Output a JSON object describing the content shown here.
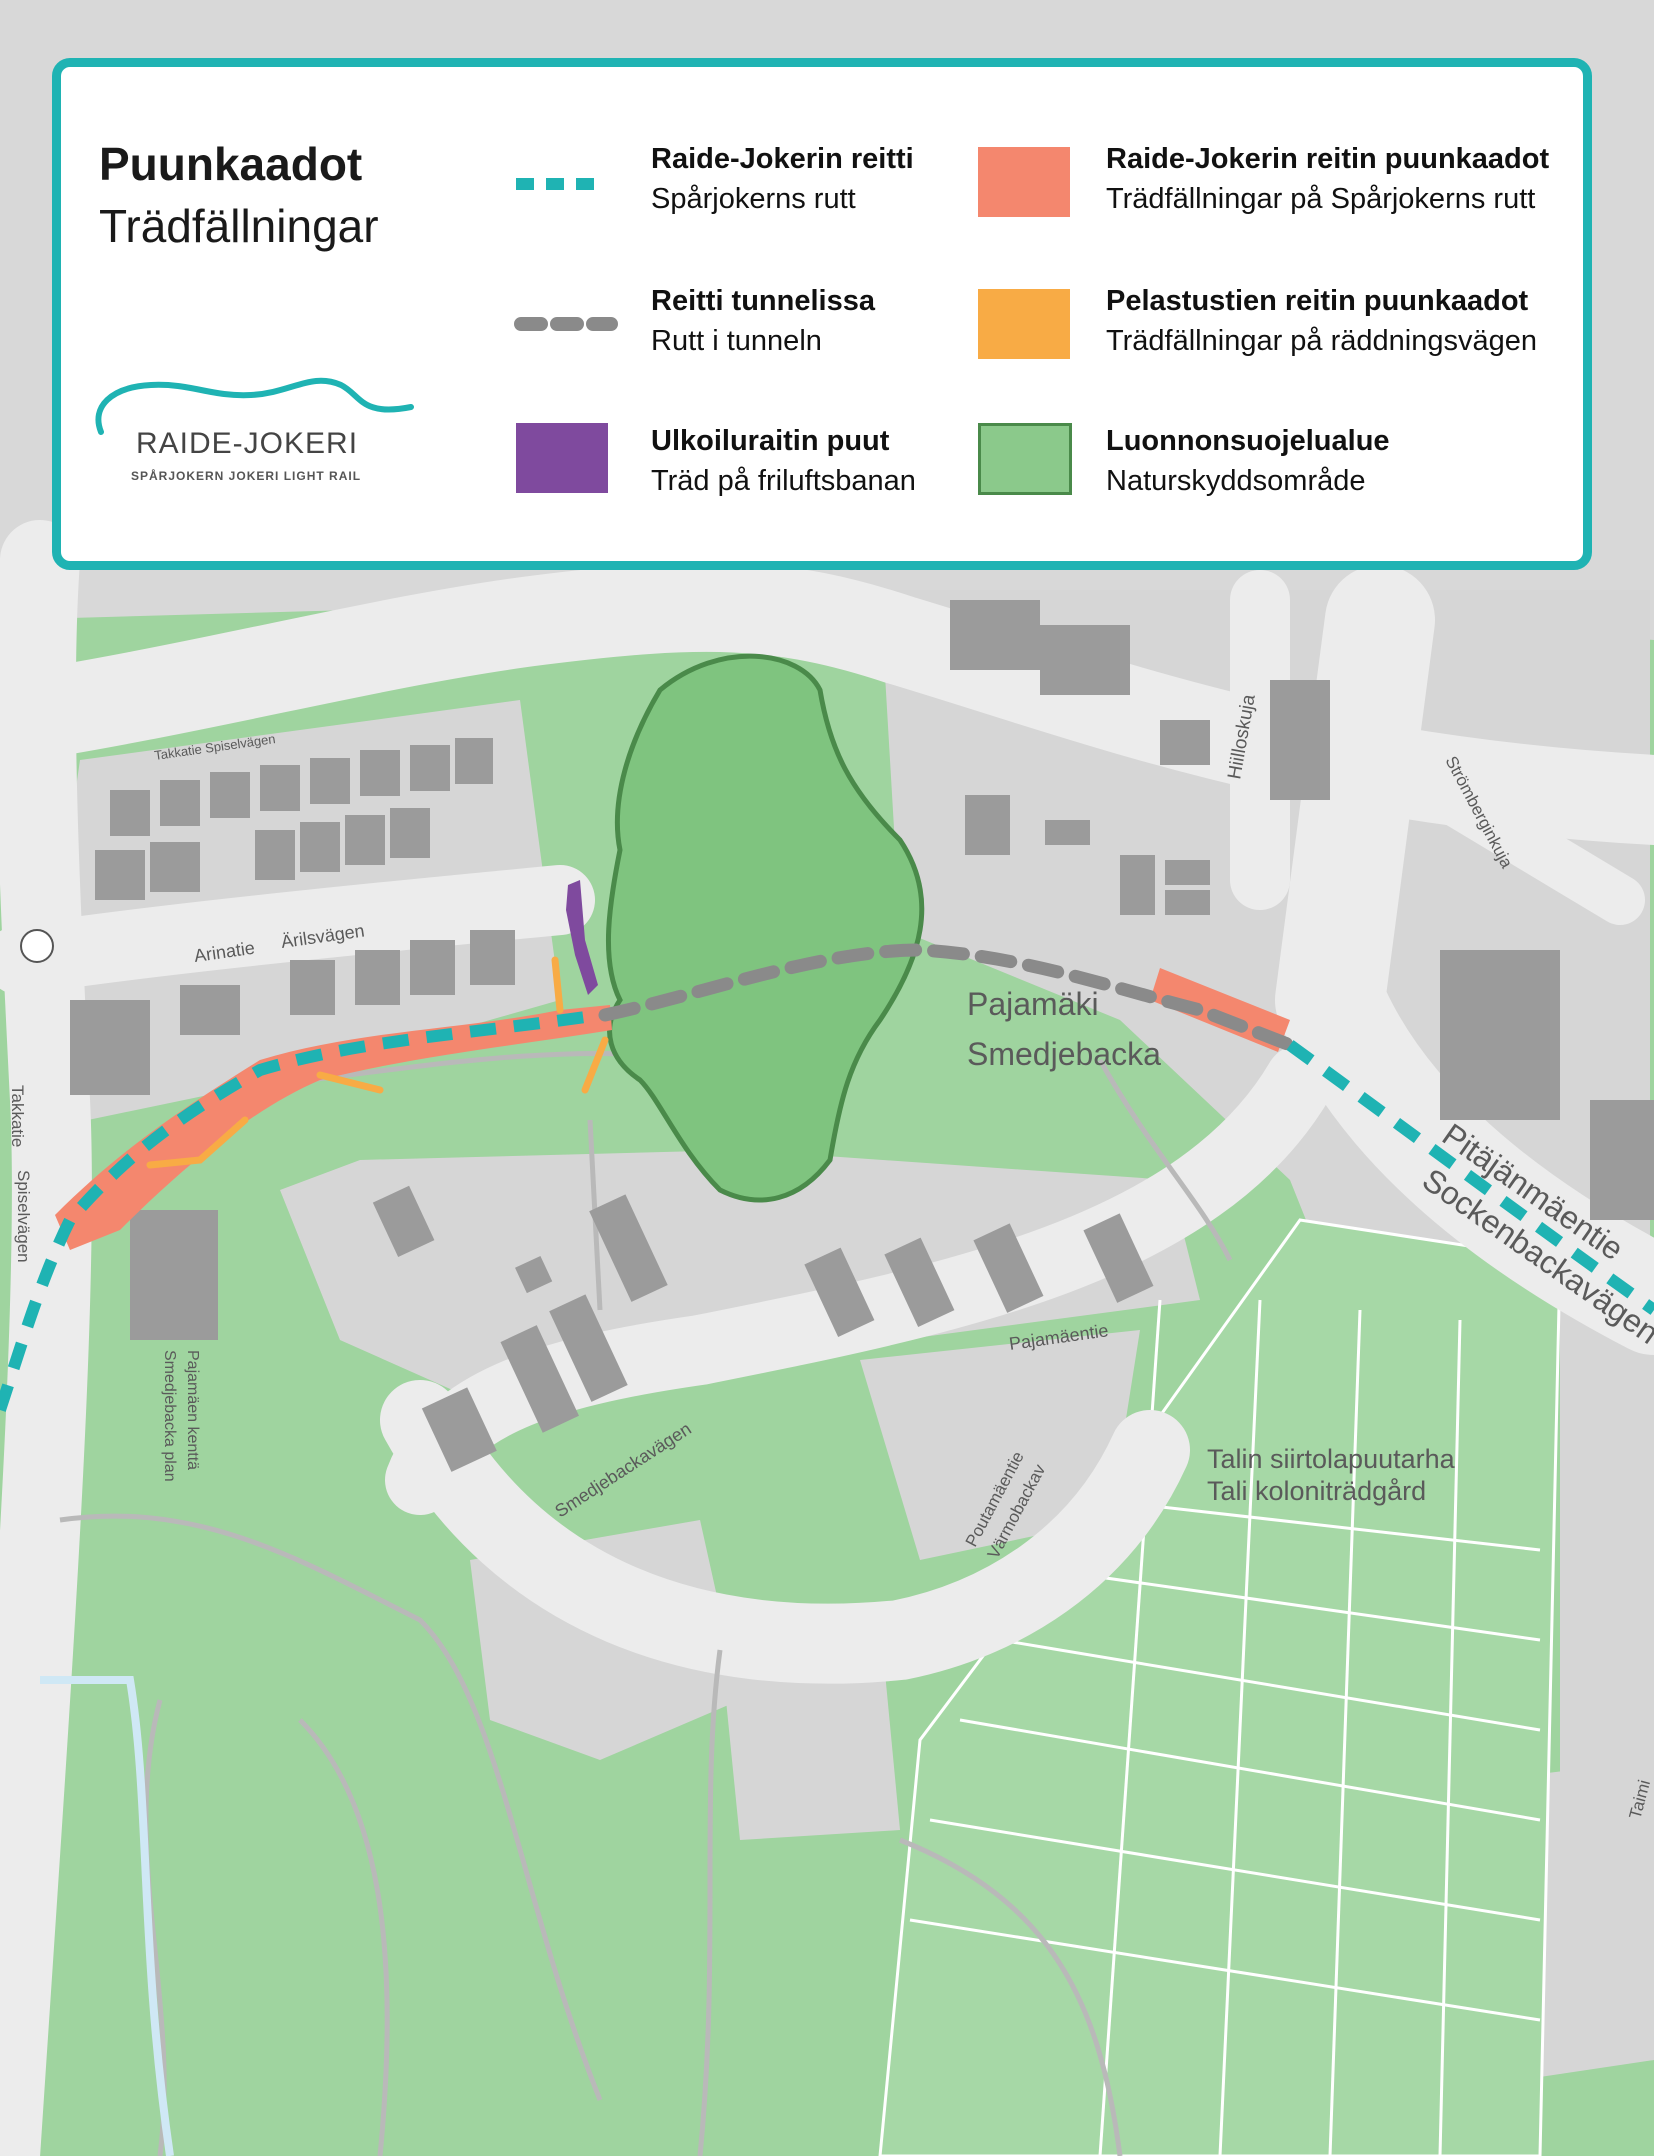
{
  "legend": {
    "title": "Puunkaadot",
    "subtitle": "Trädfällningar",
    "items": [
      {
        "fi": "Raide-Jokerin reitti",
        "sv": "Spårjokerns rutt",
        "symbol": "dashed-line",
        "color": "#1fb3b3"
      },
      {
        "fi": "Reitti tunnelissa",
        "sv": "Rutt i tunneln",
        "symbol": "dashed-line",
        "color": "#8a8a8a"
      },
      {
        "fi": "Ulkoiluraitin puut",
        "sv": "Träd på friluftsbanan",
        "symbol": "swatch",
        "color": "#7f4a9e"
      },
      {
        "fi": "Raide-Jokerin reitin puunkaadot",
        "sv": "Trädfällningar på Spårjokerns rutt",
        "symbol": "swatch",
        "color": "#f4876e"
      },
      {
        "fi": "Pelastustien reitin puunkaadot",
        "sv": "Trädfällningar på räddningsvägen",
        "symbol": "swatch",
        "color": "#f8ab45"
      },
      {
        "fi": "Luonnonsuojelualue",
        "sv": "Naturskyddsområde",
        "symbol": "swatch",
        "color": "#8bc98b"
      }
    ]
  },
  "logo": {
    "name": "RAIDE-JOKERI",
    "sub": "SPÅRJOKERN   JOKERI LIGHT RAIL"
  },
  "map_labels": {
    "takkatie_top": "Takkatie  Spiselvägen",
    "arinatie": "Arinatie",
    "arilsvagen": "Ärilsvägen",
    "hiilloskuja": "Hiilloskuja",
    "strombergin": "Strömberginkuja",
    "pajamaki": "Pajamäki",
    "smedjebacka": "Smedjebacka",
    "pitajanmaentie": "Pitäjänmäentie",
    "sockenbackavagen": "Sockenbackavägen",
    "takkatie_side": "Takkatie",
    "spiselvagen_side": "Spiselvägen",
    "pajamaentie": "Pajamäentie",
    "kentta1": "Pajamäen kenttä",
    "kentta2": "Smedjebacka plan",
    "smedjebackavagen": "Smedjebackavägen",
    "poutamaentie": "Poutamäentie",
    "varmobackav": "Värmobackav",
    "tali1": "Talin siirtolapuutarha",
    "tali2": "Tali  koloniträdgård",
    "taimi": "Taimi"
  },
  "colors": {
    "grass": "#9fd49f",
    "road": "#ececec",
    "building": "#9b9b9b",
    "block": "#d6d6d6",
    "reserve": "#7fc47f",
    "route": "#1fb3b3",
    "tunnel": "#8a8a8a",
    "felling_route": "#f4876e",
    "felling_rescue": "#f8ab45",
    "trail_trees": "#7f4a9e"
  }
}
